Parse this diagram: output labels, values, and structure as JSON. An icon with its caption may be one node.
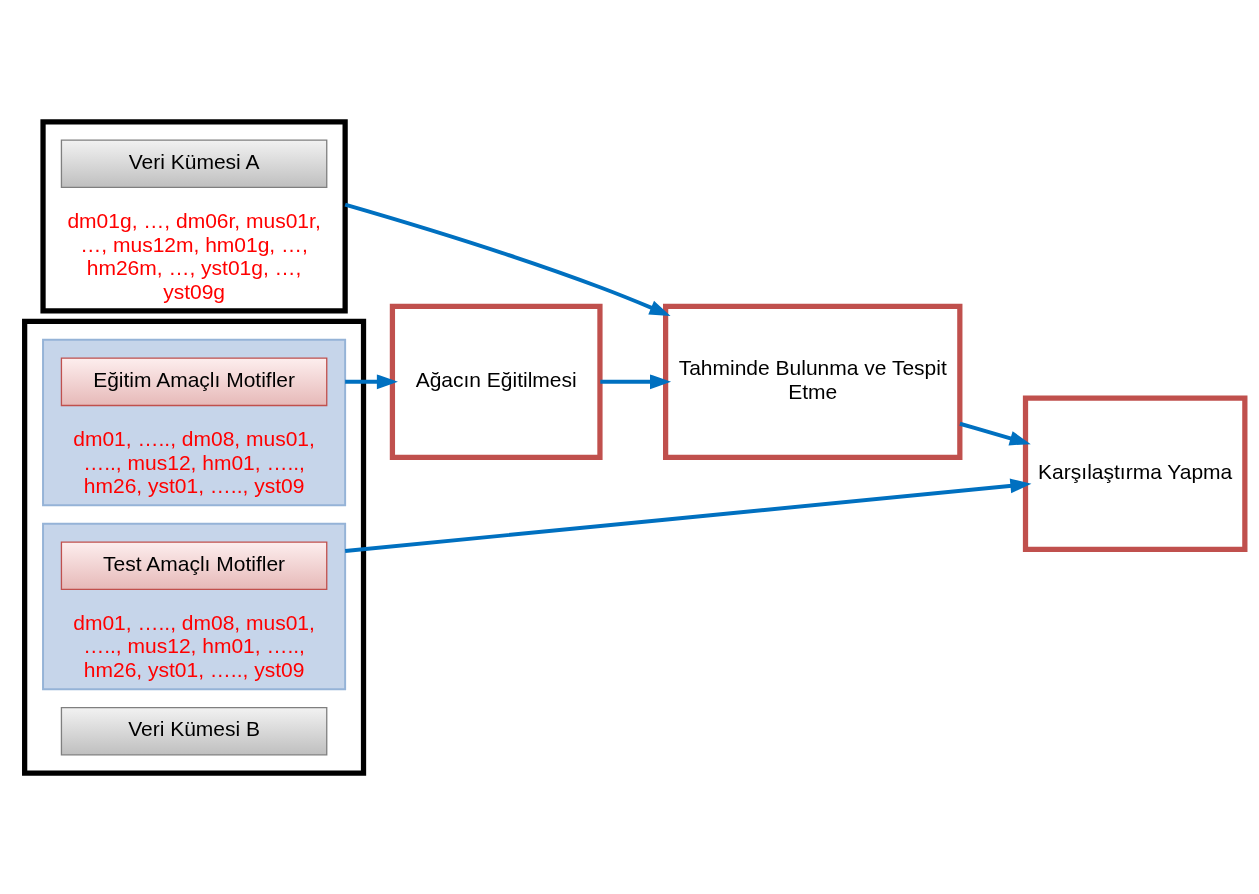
{
  "diagram": {
    "nodes": [
      {
        "text": [
          "dm01g, …, dm06r, mus01r, …, mus12m, hm01g, …, hm26m, …, yst01g, …, yst09g"
        ]
      },
      {
        "text": [
          "Veri Kümesi A"
        ],
        "in": 0
      },
      {
        "text": [],
        "shape": "box"
      },
      {
        "text": [
          "Veri Kümesi B"
        ],
        "in": 2
      },
      {
        "text": [
          "dm01, ….., dm08, mus01, ….., mus12, hm01, ….., hm26, yst01, ….., yst09"
        ],
        "in": 2
      },
      {
        "text": [
          "Eğitim Amaçlı Motifler"
        ],
        "in": 4
      },
      {
        "text": [
          "dm01, ….., dm08, mus01, ….., mus12, hm01, ….., hm26, yst01, ….., yst09"
        ],
        "in": 2
      },
      {
        "text": [
          "Test Amaçlı Motifler"
        ],
        "in": 6
      },
      {
        "text": [
          "Ağacın Eğitilmesi"
        ]
      },
      {
        "text": [
          "Tahminde Bulunma ve Tespit Etme"
        ]
      },
      {
        "text": [
          "Karşılaştırma Yapma"
        ]
      }
    ],
    "edges": [
      {
        "from": 0,
        "to": 9,
        "arrow": "to"
      },
      {
        "from": 4,
        "to": 8,
        "arrow": "to"
      },
      {
        "from": 8,
        "to": 9,
        "arrow": "to"
      },
      {
        "from": 9,
        "to": 10,
        "arrow": "to"
      },
      {
        "from": 6,
        "to": 10,
        "arrow": "to"
      }
    ]
  }
}
